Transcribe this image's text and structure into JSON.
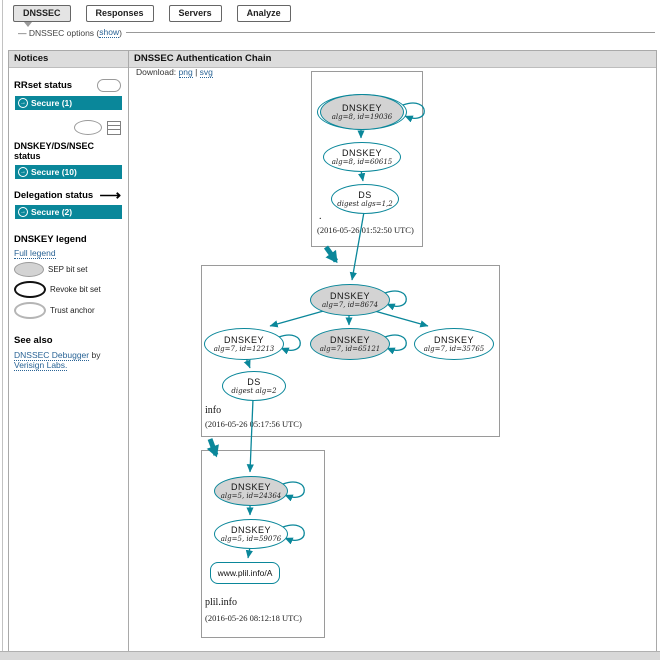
{
  "toolbar": {
    "tabs": [
      {
        "label": "DNSSEC"
      },
      {
        "label": "Responses"
      },
      {
        "label": "Servers"
      },
      {
        "label": "Analyze"
      }
    ]
  },
  "options_bar": {
    "prefix": "— DNSSEC options (",
    "show_link": "show",
    "suffix": ")"
  },
  "notices": {
    "header": "Notices",
    "rrset": {
      "title": "RRset status",
      "badge": "Secure (1)"
    },
    "dnskey_ds_nsec": {
      "title": "DNSKEY/DS/NSEC status",
      "badge": "Secure (10)"
    },
    "delegation": {
      "title": "Delegation status",
      "badge": "Secure (2)"
    },
    "legend": {
      "title": "DNSKEY legend",
      "full_legend_link": "Full legend",
      "items": [
        {
          "label": "SEP bit set"
        },
        {
          "label": "Revoke bit set"
        },
        {
          "label": "Trust anchor"
        }
      ]
    },
    "see_also": {
      "title": "See also",
      "link1": "DNSSEC Debugger",
      "by": " by ",
      "link2": "Verisign Labs."
    }
  },
  "chain": {
    "header": "DNSSEC Authentication Chain",
    "download": {
      "label": "Download: ",
      "png": "png",
      "sep": " | ",
      "svg": "svg"
    },
    "zones": [
      {
        "name": ".",
        "timestamp": "(2016-05-26 01:52:50 UTC)",
        "nodes": [
          {
            "title": "DNSKEY",
            "sub": "alg=8, id=19036"
          },
          {
            "title": "DNSKEY",
            "sub": "alg=8, id=60615"
          },
          {
            "title": "DS",
            "sub": "digest algs=1,2"
          }
        ]
      },
      {
        "name": "info",
        "timestamp": "(2016-05-26 05:17:56 UTC)",
        "nodes": [
          {
            "title": "DNSKEY",
            "sub": "alg=7, id=8674"
          },
          {
            "title": "DNSKEY",
            "sub": "alg=7, id=12213"
          },
          {
            "title": "DNSKEY",
            "sub": "alg=7, id=65121"
          },
          {
            "title": "DNSKEY",
            "sub": "alg=7, id=35765"
          },
          {
            "title": "DS",
            "sub": "digest alg=2"
          }
        ]
      },
      {
        "name": "plil.info",
        "timestamp": "(2016-05-26 08:12:18 UTC)",
        "nodes": [
          {
            "title": "DNSKEY",
            "sub": "alg=5, id=24364"
          },
          {
            "title": "DNSKEY",
            "sub": "alg=5, id=59076"
          },
          {
            "title": "www.plil.info/A"
          }
        ]
      }
    ]
  },
  "colors": {
    "secure": "#0a879a",
    "sep_fill": "#d3d3d3",
    "header_bg": "#dcdcdc",
    "link": "#2a6496"
  }
}
